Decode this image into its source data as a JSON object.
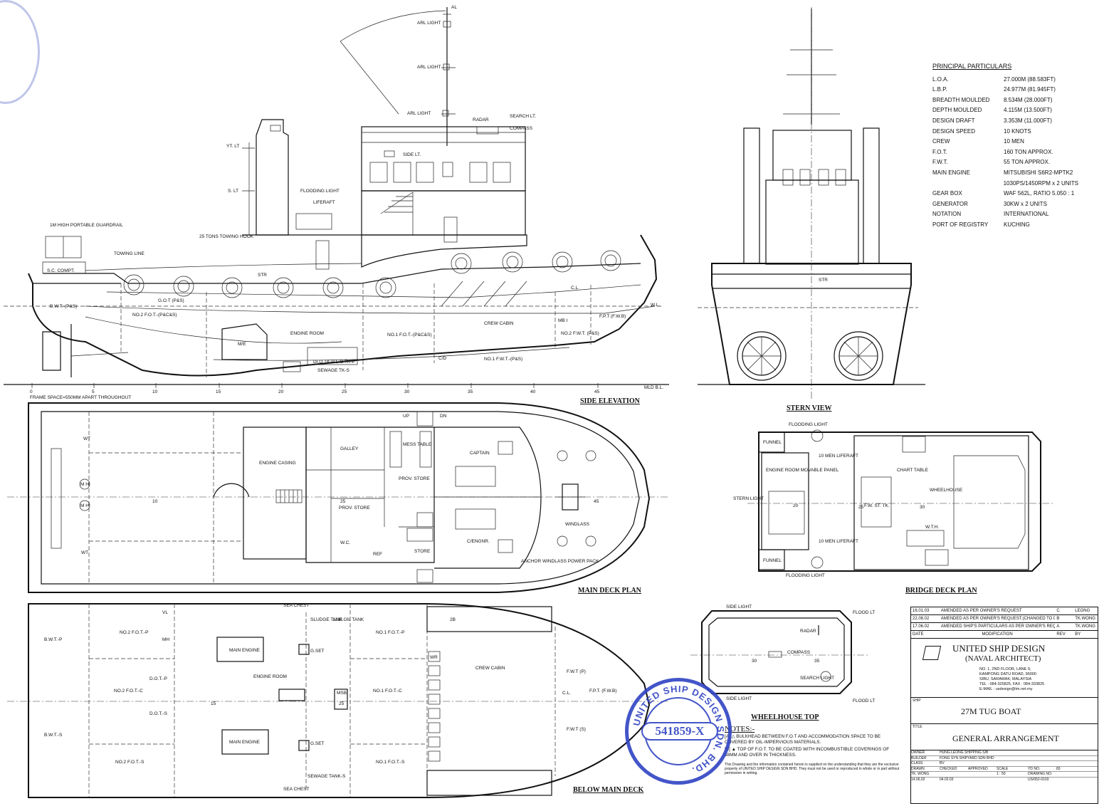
{
  "principal_particulars": {
    "heading": "PRINCIPAL PARTICULARS",
    "rows": [
      {
        "k": "L.O.A.",
        "v": "27.000M (88.583FT)"
      },
      {
        "k": "L.B.P.",
        "v": "24.977M (81.945FT)"
      },
      {
        "k": "BREADTH MOULDED",
        "v": "8.534M (28.000FT)"
      },
      {
        "k": "DEPTH MOULDED",
        "v": "4.115M (13.500FT)"
      },
      {
        "k": "DESIGN DRAFT",
        "v": "3.353M (11.000FT)"
      },
      {
        "k": "DESIGN SPEED",
        "v": "10 KNOTS"
      },
      {
        "k": "CREW",
        "v": "10 MEN"
      },
      {
        "k": "F.O.T.",
        "v": "160 TON APPROX."
      },
      {
        "k": "F.W.T.",
        "v": "55 TON APPROX."
      },
      {
        "k": "MAIN ENGINE",
        "v": "MITSUBISHI S6R2-MPTK2"
      },
      {
        "k": "",
        "v": "1030PS/1450RPM x 2 UNITS"
      },
      {
        "k": "GEAR BOX",
        "v": "WAF 562L, RATIO 5.050 : 1"
      },
      {
        "k": "GENERATOR",
        "v": "30KW x 2 UNITS"
      },
      {
        "k": "NOTATION",
        "v": "INTERNATIONAL"
      },
      {
        "k": "PORT OF REGISTRY",
        "v": "KUCHING"
      }
    ]
  },
  "view_titles": {
    "side": "SIDE ELEVATION",
    "stern": "STERN VIEW",
    "main_deck": "MAIN DECK PLAN",
    "bridge_deck": "BRIDGE DECK PLAN",
    "wheelhouse_top": "WHEELHOUSE TOP",
    "below_main": "BELOW MAIN DECK"
  },
  "side_labels": {
    "arl1": "ARL LIGHT",
    "arl2": "ARL LIGHT",
    "arl3": "ARL LIGHT",
    "al": "AL",
    "radar": "RADAR",
    "search": "SEARCH LT.",
    "compass": "COMPASS",
    "side_lt": "SIDE LT.",
    "yt": "YT. LT",
    "sl": "S. LT",
    "flooding": "FLOODING LIGHT",
    "liferaft": "LIFERAFT",
    "guardrail": "1M HIGH PORTABLE GUARDRAIL",
    "towing_hook": "25 TONS TOWING HOOK",
    "towing_line": "TOWING LINE",
    "sc": "S.C. COMPT.",
    "bwt": "B.W.T.-(P&S)",
    "got": "G.O.T (P&S)",
    "fot2": "NO.2 F.O.T.-(P&C&S)",
    "er": "ENGINE ROOM",
    "me": "M/E",
    "fot1": "NO.1 F.O.T.-(P&C&S)",
    "crew": "CREW CABIN",
    "mb": "MB I",
    "fwt2": "NO.2 F.W.T. (P&S)",
    "fpt": "F.P.T (F.W.B)",
    "fwt1": "NO.1 F.W.T.-(P&S)",
    "dlo": "DI.O.TK-P  L.O.TK-P",
    "sewage": "SEWAGE TK-S",
    "cl": "C.L.",
    "wl": "W.L.",
    "mld": "MLD B.L.",
    "str": "STR",
    "cd": "C/D",
    "frame_note": "FRAME SPACE=550MM APART THROUGHOUT"
  },
  "frames": [
    "0",
    "5",
    "10",
    "15",
    "20",
    "25",
    "30",
    "35",
    "40",
    "45"
  ],
  "main_deck_labels": {
    "casing": "ENGINE CASING",
    "galley": "GALLEY",
    "mess": "MESS TABLE",
    "prov1": "PROV. STORE",
    "prov2": "PROV. STORE",
    "wc": "W.C.",
    "ref": "REF",
    "store": "STORE",
    "captain": "CAPTAIN",
    "cengnr": "C/ENGNR.",
    "windlass": "WINDLASS",
    "anchor": "ANCHOR WINDLASS POWER PACK",
    "up": "UP",
    "dn": "DN",
    "wt": "WT",
    "mh": "M H",
    "n10": "10",
    "n25": "25",
    "n45": "45"
  },
  "bridge_labels": {
    "funnel1": "FUNNEL",
    "funnel2": "FUNNEL",
    "flood1": "FLOODING LIGHT",
    "flood2": "FLOODING LIGHT",
    "erpanel": "ENGINE ROOM MOVABLE PANEL",
    "life1": "10 MEN LIFERAFT",
    "life2": "10 MEN LIFERAFT",
    "chart": "CHART TABLE",
    "wheelhouse": "WHEELHOUSE",
    "stern_light": "STERN LIGHT",
    "fwst": "F.W. ST. TK.",
    "wth": "W.T.H.",
    "n20": "20",
    "n25": "25",
    "n30": "30"
  },
  "below_labels": {
    "sea1": "SEA CHEST",
    "sea2": "SEA CHEST",
    "sludge": "SLUDGE TANK",
    "lub": "LUB.OIL TANK",
    "fot2p": "NO.2 F.O.T.-P",
    "fot2c": "NO.2 F.O.T.-C",
    "fot2s": "NO.2 F.O.T.-S",
    "fot1p": "NO.1 F.O.T.-P",
    "fot1c": "NO.1 F.O.T.-C",
    "fot1s": "NO.1 F.O.T.-S",
    "bwtp": "B.W.T.-P",
    "bwts": "B.W.T.-S",
    "dotp": "D.O.T.-P",
    "dots": "D.O.T.-S",
    "me1": "MAIN ENGINE",
    "me2": "MAIN ENGINE",
    "er": "ENGINE ROOM",
    "gset1": "G.SET",
    "gset2": "G.SET",
    "msb": "MSB",
    "sewage": "SEWAGE TANK-S",
    "crew": "CREW CABIN",
    "fpt": "F.P.T. (F.W.B)",
    "fwt_p": "F.W.T (P)",
    "fwt_s": "F.W.T (S)",
    "cl": "C.L.",
    "wr": "WR",
    "b2": "2B",
    "n15": "15",
    "n25": "25",
    "vl": "VL",
    "mh": "MH"
  },
  "wheelhouse_top_labels": {
    "side1": "SIDE LIGHT",
    "side2": "SIDE LIGHT",
    "radar": "RADAR",
    "compass": "COMPASS",
    "search": "SEARCH LIGHT",
    "flood1": "FLOOD LT",
    "flood2": "FLOOD LT",
    "n30": "30",
    "n35": "35"
  },
  "notes": {
    "heading": "NOTES:-",
    "items": [
      "[A] △ BULKHEAD BETWEEN F.O.T AND ACCOMMODATION SPACE TO BE COVERED BY OIL-IMPERVIOUS MATERIALS.",
      "[B] ▲ TOP OF F.O.T. TO BE COATED WITH INCOMBUSTIBLE COVERINGS OF 38MM AND OVER IN THICKNESS."
    ],
    "disclaimer": "This Drawing and the information contained herein is supplied on the understanding that they are the exclusive property of UNITED SHIP DESIGN SDN BHD. They must not be used or reproduced in whole or in part without permission in writing."
  },
  "revisions": [
    {
      "date": "16.01.03",
      "mod": "AMENDED AS PER OWNER'S REQUEST",
      "rev": "C",
      "by": "LEONG"
    },
    {
      "date": "22.08.02",
      "mod": "AMENDED AS PER OWNER'S REQUEST.(CHANGED TO DOUBLE CHINE DESIGN)",
      "rev": "B",
      "by": "TK.WONG"
    },
    {
      "date": "17.06.02",
      "mod": "AMENDED SHIP'S PARTICULARS AS PER OWNER'S REQUEST",
      "rev": "A",
      "by": "TK.WONG"
    }
  ],
  "rev_header": {
    "date": "DATE",
    "mod": "MODIFICATION",
    "rev": "REV",
    "by": "BY"
  },
  "firm": {
    "name": "UNITED SHIP DESIGN",
    "sub": "(NAVAL ARCHITECT)",
    "addr1": "NO. 1, 2ND FLOOR, LANE 9,",
    "addr2": "KAMPONG DATU ROAD, 96000",
    "addr3": "SIBU, SARAWAK, MALAYSIA",
    "tel": "TEL : 084-325825, FAX : 084-333825",
    "email": "E-MAIL : usdesign@tm.net.my"
  },
  "title_block": {
    "ship_lbl": "SHIP",
    "ship": "27M TUG BOAT",
    "title_lbl": "TITLE",
    "title": "GENERAL ARRANGEMENT",
    "owner_lbl": "OWNER",
    "owner": "HUNG LEONG SHIPPING S/B",
    "builder_lbl": "BUILDER",
    "builder": "FONG SYN SHIPYARD SDN BHD",
    "class_lbl": "CLASS",
    "class": "BV",
    "drawn_lbl": "DRAWN",
    "checked_lbl": "CHECKED",
    "approved_lbl": "APPROVED",
    "scale_lbl": "SCALE",
    "drawn": "TK. WONG",
    "scale": "1 : 50",
    "date_lbl": "DATE",
    "date1": "14.06.02",
    "date2": "04.02.03",
    "yd_lbl": "YD NO.",
    "yd": "83",
    "drawing_lbl": "DRAWING NO.",
    "drawing": "US/052-0103"
  },
  "stamp": {
    "text": "UNITED SHIP DESIGN SDN. BHD.",
    "reg": "541859-X"
  },
  "stamp_color": "#3447c4"
}
